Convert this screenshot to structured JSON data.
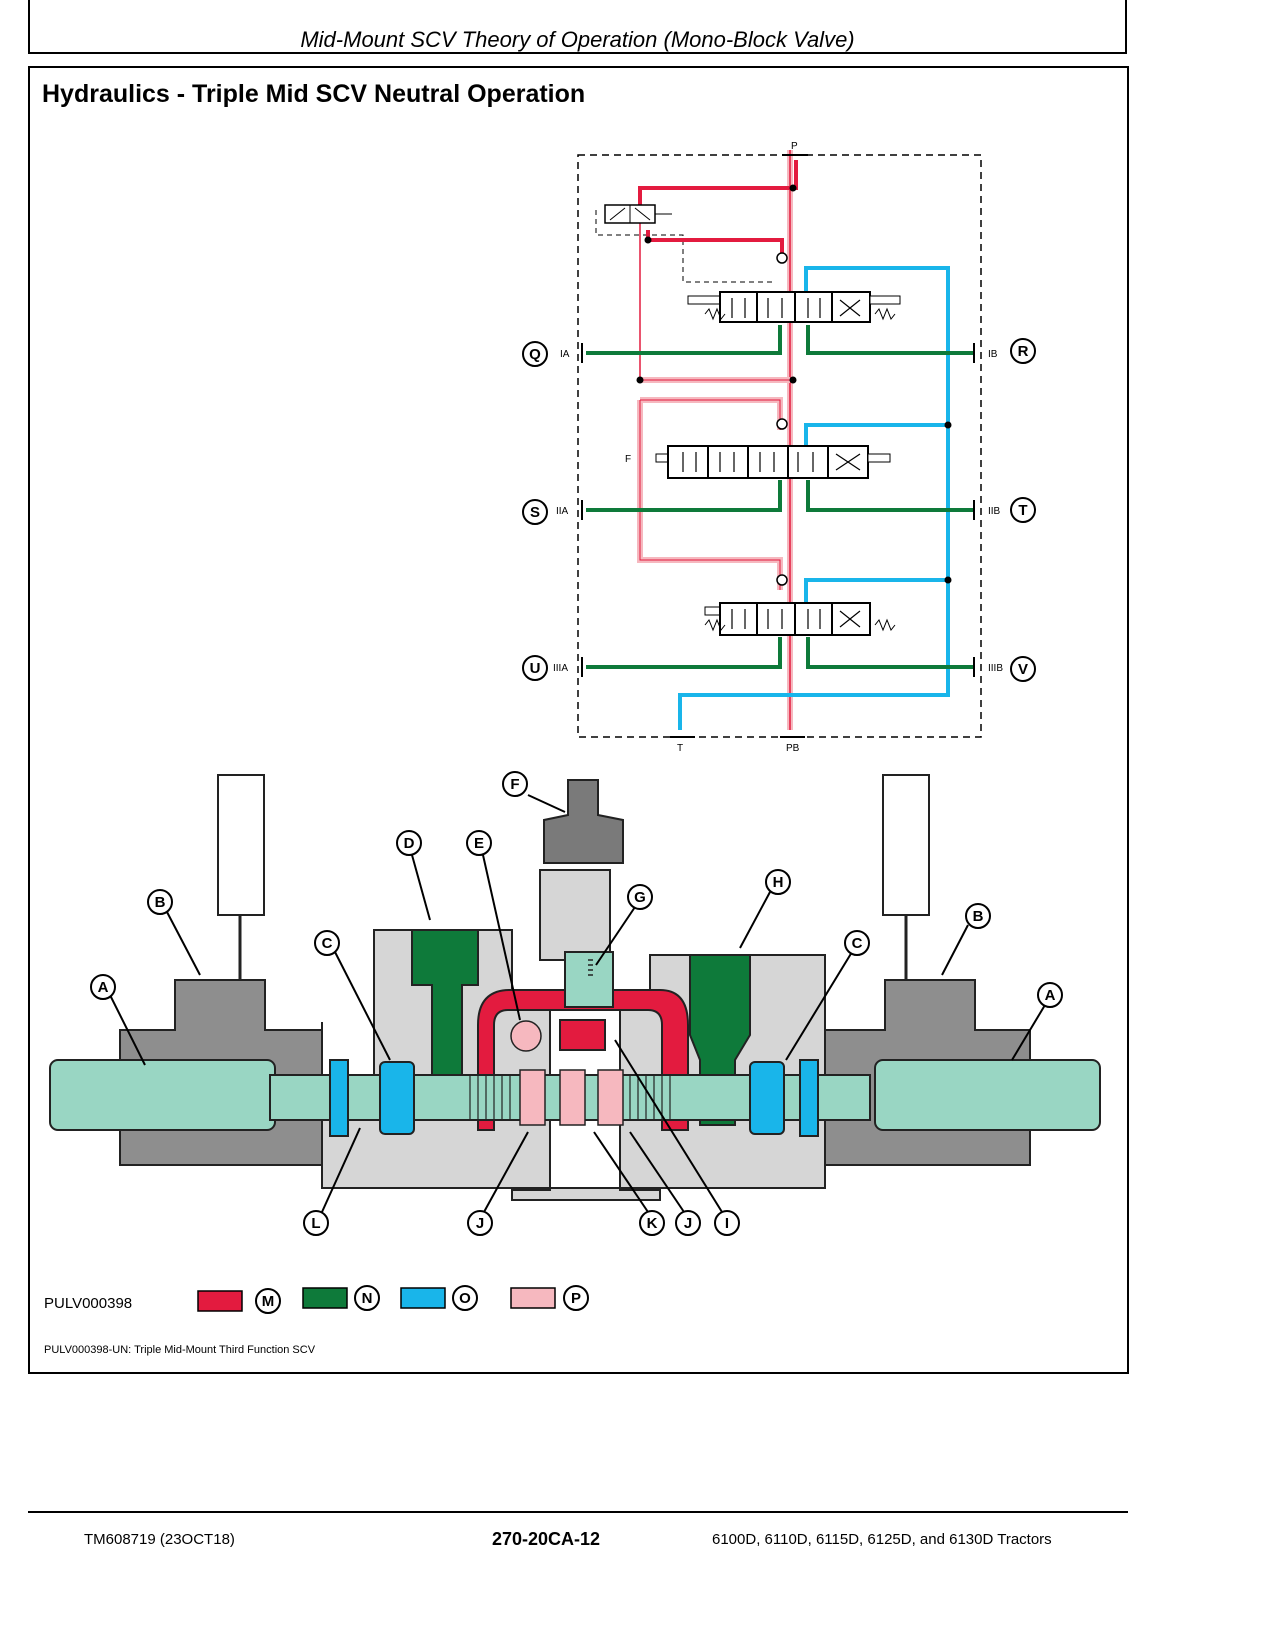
{
  "header": {
    "title": "Mid-Mount SCV Theory of Operation (Mono-Block Valve)"
  },
  "section": {
    "title": "Hydraulics - Triple Mid SCV Neutral Operation"
  },
  "schematic": {
    "port_labels": {
      "p": "P",
      "t": "T",
      "pb": "PB",
      "f": "F",
      "ia": "IA",
      "ib": "IB",
      "iia": "IIA",
      "iib": "IIB",
      "iiia": "IIIA",
      "iiib": "IIIB"
    },
    "callouts": {
      "q": "Q",
      "r": "R",
      "s": "S",
      "t": "T",
      "u": "U",
      "v": "V"
    }
  },
  "cutaway": {
    "callouts": {
      "a_left": "A",
      "a_right": "A",
      "b_left": "B",
      "b_right": "B",
      "c_left": "C",
      "c_right": "C",
      "d": "D",
      "e": "E",
      "f": "F",
      "g": "G",
      "h": "H",
      "i": "I",
      "j1": "J",
      "j2": "J",
      "k": "K",
      "l": "L"
    }
  },
  "legend": {
    "items": [
      {
        "label": "M",
        "color": "#e31b3f"
      },
      {
        "label": "N",
        "color": "#0e7a3a"
      },
      {
        "label": "O",
        "color": "#19b5ea"
      },
      {
        "label": "P",
        "color": "#f6b8bf"
      }
    ]
  },
  "figure": {
    "id": "PULV000398",
    "caption": "PULV000398-UN: Triple Mid-Mount Third Function SCV"
  },
  "footer": {
    "doc": "TM608719 (23OCT18)",
    "page": "270-20CA-12",
    "models": "6100D, 6110D, 6115D, 6125D, and 6130D Tractors"
  }
}
